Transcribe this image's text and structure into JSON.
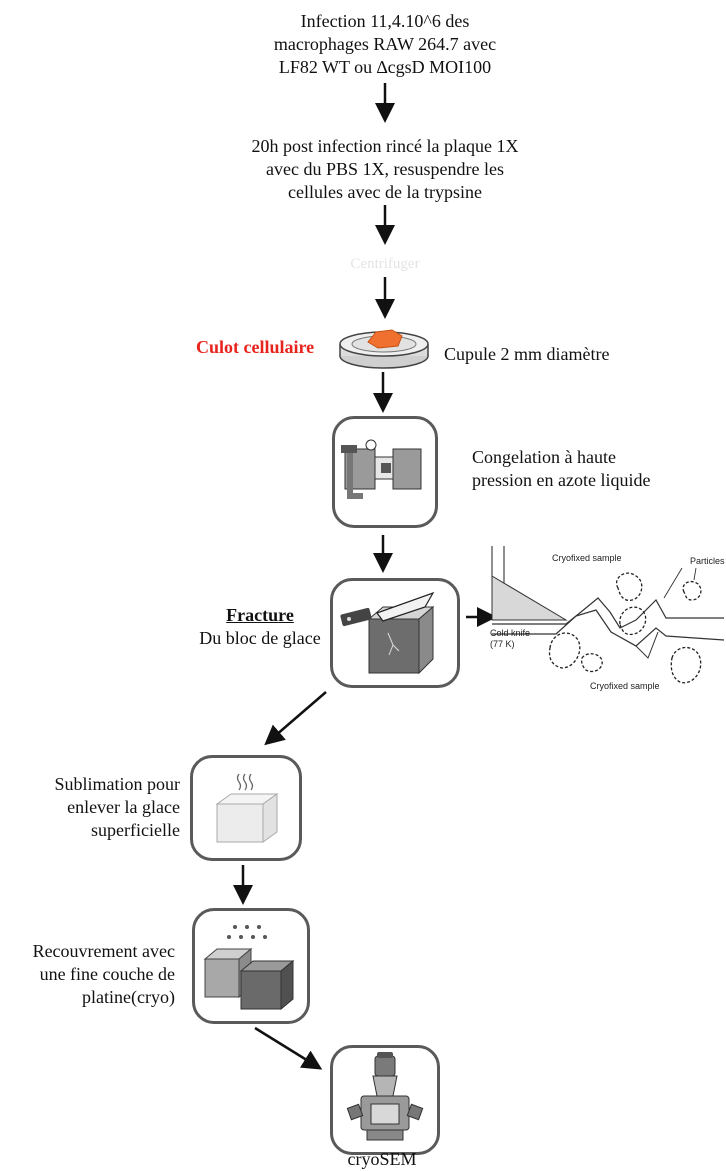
{
  "steps": {
    "infection": [
      "Infection 11,4.10^6 des",
      "macrophages RAW 264.7  avec",
      "LF82 WT ou ∆cgsD MOI100"
    ],
    "wash": [
      "20h post infection rincé la plaque 1X",
      "avec du PBS 1X, resuspendre les",
      "cellules avec de la trypsine"
    ],
    "faded": "Centrifuger",
    "culot": "Culot cellulaire",
    "cupule": "Cupule 2 mm diamètre",
    "congelation": [
      "Congelation à haute",
      "pression en azote liquide"
    ],
    "fracture_title": "Fracture",
    "fracture_sub": "Du bloc de glace",
    "sublimation": [
      "Sublimation pour",
      "enlever la glace",
      "superficielle"
    ],
    "recouvrement": [
      "Recouvrement avec",
      "une fine couche de",
      "platine(cryo)"
    ],
    "cryosem": "cryoSEM"
  },
  "inset": {
    "top_sample": "Cryofixed sample",
    "particles": "Particles",
    "knife": [
      "Cold knife",
      "(77 K)"
    ],
    "bottom_sample": "Cryofixed sample"
  },
  "icons": {
    "cupule": "sample-cup-icon",
    "congelation": "high-pressure-freezer-icon",
    "fracture": "knife-ice-block-icon",
    "sublimation": "sublimating-ice-block-icon",
    "recouvrement": "platinum-coating-icon",
    "cryosem": "microscope-icon"
  },
  "colors": {
    "culot": "#e8231c",
    "pellet": "#f07030",
    "box_border": "#5a5a5a"
  }
}
